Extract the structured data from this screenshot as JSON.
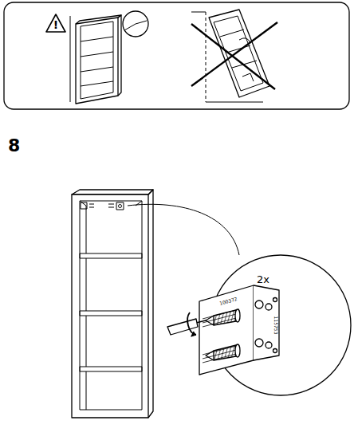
{
  "diagram": {
    "labels": [
      "!",
      "8",
      "2x",
      "100372",
      "115753"
    ]
  }
}
